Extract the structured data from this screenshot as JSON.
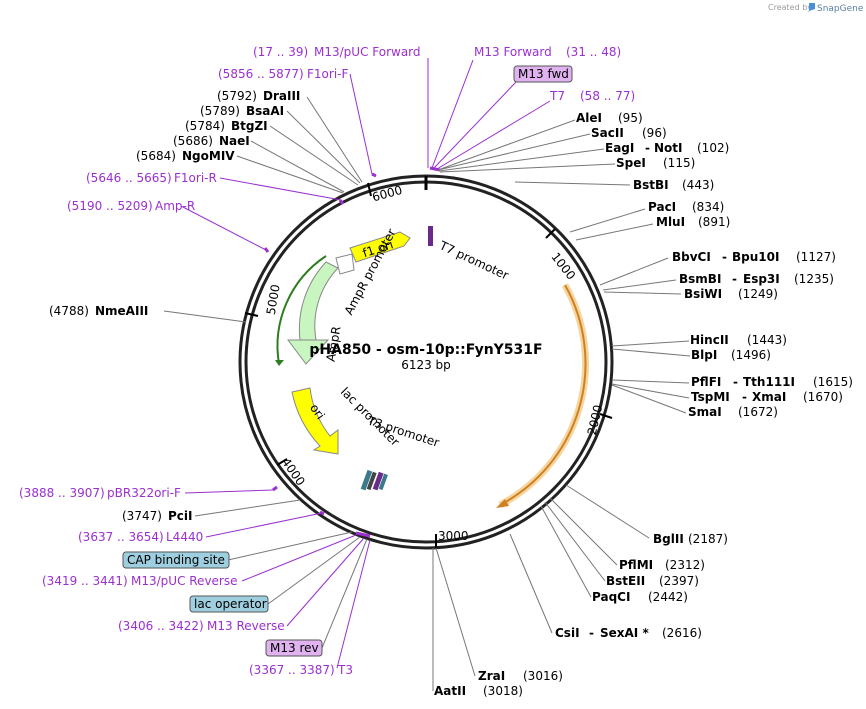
{
  "credit": {
    "created_by": "Created by",
    "brand": "SnapGene"
  },
  "plasmid": {
    "name": "pHA850 - osm-10p::FynY531F",
    "size_label": "6123 bp"
  },
  "ring_ticks": [
    "1000",
    "2000",
    "3000",
    "4000",
    "5000",
    "6000"
  ],
  "inner_features": [
    {
      "label": "f1 ori",
      "type": "yellow-arrow"
    },
    {
      "label": "AmpR promoter",
      "type": "text"
    },
    {
      "label": "AmpR",
      "type": "green-arrow"
    },
    {
      "label": "ori",
      "type": "yellow-arrow"
    },
    {
      "label": "lac promoter",
      "type": "text"
    },
    {
      "label": "T3 promoter",
      "type": "text"
    },
    {
      "label": "T7 promoter",
      "type": "text"
    }
  ],
  "labels_right": [
    {
      "pos": "(17 .. 39)",
      "name": "M13/pUC Forward",
      "kind": "feature"
    },
    {
      "name": "M13 Forward",
      "pos": "(31 .. 48)",
      "kind": "feature"
    },
    {
      "name": "M13 fwd",
      "kind": "box-purple"
    },
    {
      "name": "T7",
      "pos": "(58 .. 77)",
      "kind": "feature"
    },
    {
      "name": "AleI",
      "pos": "(95)",
      "kind": "enzyme"
    },
    {
      "name": "SacII",
      "pos": "(96)",
      "kind": "enzyme"
    },
    {
      "name": "EagI",
      "name2": "NotI",
      "pos": "(102)",
      "kind": "enzyme"
    },
    {
      "name": "SpeI",
      "pos": "(115)",
      "kind": "enzyme"
    },
    {
      "name": "BstBI",
      "pos": "(443)",
      "kind": "enzyme"
    },
    {
      "name": "PacI",
      "pos": "(834)",
      "kind": "enzyme"
    },
    {
      "name": "MluI",
      "pos": "(891)",
      "kind": "enzyme"
    },
    {
      "name": "BbvCI",
      "name2": "Bpu10I",
      "pos": "(1127)",
      "kind": "enzyme"
    },
    {
      "name": "BsmBI",
      "name2": "Esp3I",
      "pos": "(1235)",
      "kind": "enzyme"
    },
    {
      "name": "BsiWI",
      "pos": "(1249)",
      "kind": "enzyme"
    },
    {
      "name": "HincII",
      "pos": "(1443)",
      "kind": "enzyme"
    },
    {
      "name": "BlpI",
      "pos": "(1496)",
      "kind": "enzyme"
    },
    {
      "name": "PflFI",
      "name2": "Tth111I",
      "pos": "(1615)",
      "kind": "enzyme"
    },
    {
      "name": "TspMI",
      "name2": "XmaI",
      "pos": "(1670)",
      "kind": "enzyme"
    },
    {
      "name": "SmaI",
      "pos": "(1672)",
      "kind": "enzyme"
    },
    {
      "name": "BglII",
      "pos": "(2187)",
      "kind": "enzyme"
    },
    {
      "name": "PflMI",
      "pos": "(2312)",
      "kind": "enzyme"
    },
    {
      "name": "BstEII",
      "pos": "(2397)",
      "kind": "enzyme"
    },
    {
      "name": "PaqCI",
      "pos": "(2442)",
      "kind": "enzyme"
    },
    {
      "name": "CsiI",
      "name2": "SexAI *",
      "pos": "(2616)",
      "kind": "enzyme"
    },
    {
      "name": "ZraI",
      "pos": "(3016)",
      "kind": "enzyme"
    },
    {
      "name": "AatII",
      "pos": "(3018)",
      "kind": "enzyme"
    }
  ],
  "labels_left": [
    {
      "pos": "(5856 .. 5877)",
      "name": "F1ori-F",
      "kind": "feature"
    },
    {
      "pos": "(5792)",
      "name": "DraIII",
      "kind": "enzyme"
    },
    {
      "pos": "(5789)",
      "name": "BsaAI",
      "kind": "enzyme"
    },
    {
      "pos": "(5784)",
      "name": "BtgZI",
      "kind": "enzyme"
    },
    {
      "pos": "(5686)",
      "name": "NaeI",
      "kind": "enzyme"
    },
    {
      "pos": "(5684)",
      "name": "NgoMIV",
      "kind": "enzyme"
    },
    {
      "pos": "(5646 .. 5665)",
      "name": "F1ori-R",
      "kind": "feature"
    },
    {
      "pos": "(5190 .. 5209)",
      "name": "Amp-R",
      "kind": "feature"
    },
    {
      "pos": "(4788)",
      "name": "NmeAIII",
      "kind": "enzyme"
    },
    {
      "pos": "(3888 .. 3907)",
      "name": "pBR322ori-F",
      "kind": "feature"
    },
    {
      "pos": "(3747)",
      "name": "PciI",
      "kind": "enzyme"
    },
    {
      "pos": "(3637 .. 3654)",
      "name": "L4440",
      "kind": "feature"
    },
    {
      "name": "CAP binding site",
      "kind": "box-blue"
    },
    {
      "pos": "(3419 .. 3441)",
      "name": "M13/pUC Reverse",
      "kind": "feature"
    },
    {
      "name": "lac operator",
      "kind": "box-blue"
    },
    {
      "pos": "(3406 .. 3422)",
      "name": "M13 Reverse",
      "kind": "feature"
    },
    {
      "name": "M13 rev",
      "kind": "box-purple"
    },
    {
      "pos": "(3367 .. 3387)",
      "name": "T3",
      "kind": "feature"
    }
  ],
  "colors": {
    "feature_text": "#9b30d0",
    "yellow_feature": "#ffff00",
    "green_feature": "#c8f5c0",
    "orf_orange": "#e8a030",
    "blue_box": "#9ecfe0",
    "purple_box": "#e0b3f0"
  }
}
